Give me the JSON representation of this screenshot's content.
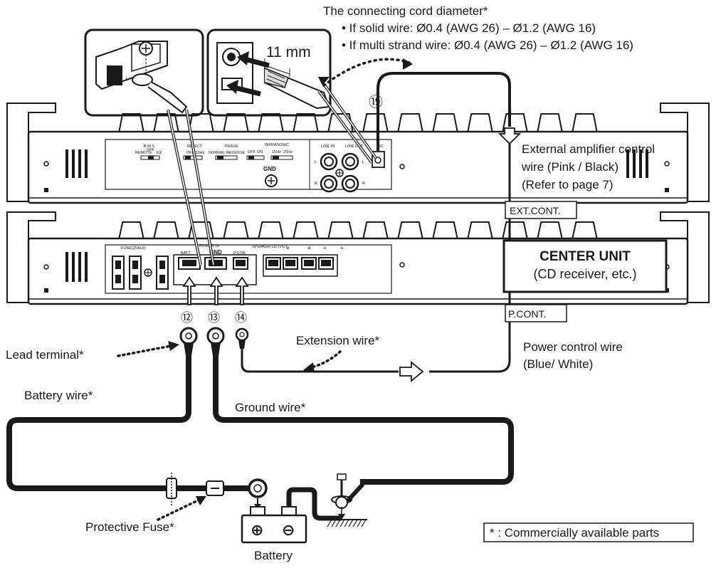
{
  "cord_spec": {
    "title": "The connecting cord diameter*",
    "solid": "• If solid wire: Ø0.4 (AWG 26) – Ø1.2 (AWG 16)",
    "multi": "• If multi strand wire: Ø0.4 (AWG 26) – Ø1.2 (AWG 16)"
  },
  "strip_length": "11 mm",
  "callouts": {
    "n19": "⑲",
    "n12": "⑫",
    "n13": "⑬",
    "n14": "⑭"
  },
  "amp_top": {
    "bms": "B.M.S.",
    "remote": "REMOTE",
    "off": "OFF",
    "ex": "EX",
    "reject": "REJECT",
    "reject_opts": "OFF  50Hz",
    "phase": "PHASE",
    "normal": "NORMAL",
    "reverse": "REVERSE",
    "infrasonic": "INFRASONIC",
    "infra_off": "OFF",
    "infra_on": "ON",
    "f15": "15Hz",
    "f25": "25Hz",
    "line_in": "LINE IN",
    "line_out": "LINE OUT",
    "gnd": "GND",
    "ch_l": "L",
    "ch_r": "R",
    "rc": "RC"
  },
  "amp_bottom": {
    "fuse": "FUSE(25Ax3)",
    "power_in": "POWER IN",
    "batt": "BATT.",
    "gnd": "GND",
    "pcon": "P.CON",
    "speaker_output": "SPEAKER OUTPUT",
    "plus": "⊕",
    "minus": "⊖"
  },
  "labels": {
    "ext_amp_1": "External amplifier control",
    "ext_amp_2": "wire (Pink / Black)",
    "ext_amp_3": "(Refer to page 7)",
    "ext_cont": "EXT.CONT.",
    "center_unit": "CENTER UNIT",
    "center_unit_sub": "(CD receiver, etc.)",
    "p_cont": "P.CONT.",
    "power_ctrl_1": "Power control wire",
    "power_ctrl_2": "(Blue/ White)",
    "extension": "Extension wire*",
    "lead_terminal": "Lead terminal*",
    "battery_wire": "Battery wire*",
    "ground_wire": "Ground wire*",
    "protective_fuse": "Protective Fuse*",
    "battery": "Battery",
    "commercial": "* : Commercially available parts"
  }
}
